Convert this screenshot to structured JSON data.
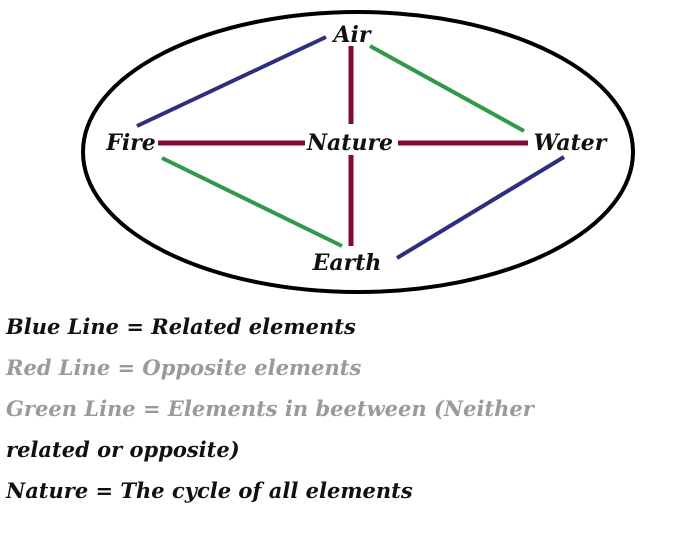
{
  "diagram": {
    "nodes": {
      "air": "Air",
      "fire": "Fire",
      "nature": "Nature",
      "water": "Water",
      "earth": "Earth"
    },
    "colors": {
      "blue": "#2e2e7e",
      "red": "#7d0c3a",
      "green": "#2f9a4a",
      "ellipse": "#000000"
    },
    "connections": [
      {
        "from": "fire",
        "to": "air",
        "type": "blue"
      },
      {
        "from": "earth",
        "to": "water",
        "type": "blue"
      },
      {
        "from": "fire",
        "to": "nature",
        "type": "red"
      },
      {
        "from": "nature",
        "to": "water",
        "type": "red"
      },
      {
        "from": "air",
        "to": "nature",
        "type": "red"
      },
      {
        "from": "nature",
        "to": "earth",
        "type": "red"
      },
      {
        "from": "air",
        "to": "water",
        "type": "green"
      },
      {
        "from": "fire",
        "to": "earth",
        "type": "green"
      }
    ]
  },
  "legend": {
    "blue": "Blue Line = Related elements",
    "red": "Red Line = Opposite elements",
    "green_1": "Green Line = Elements in beetween (Neither",
    "green_2": "related or opposite)",
    "nature": "Nature = The cycle of all elements"
  }
}
